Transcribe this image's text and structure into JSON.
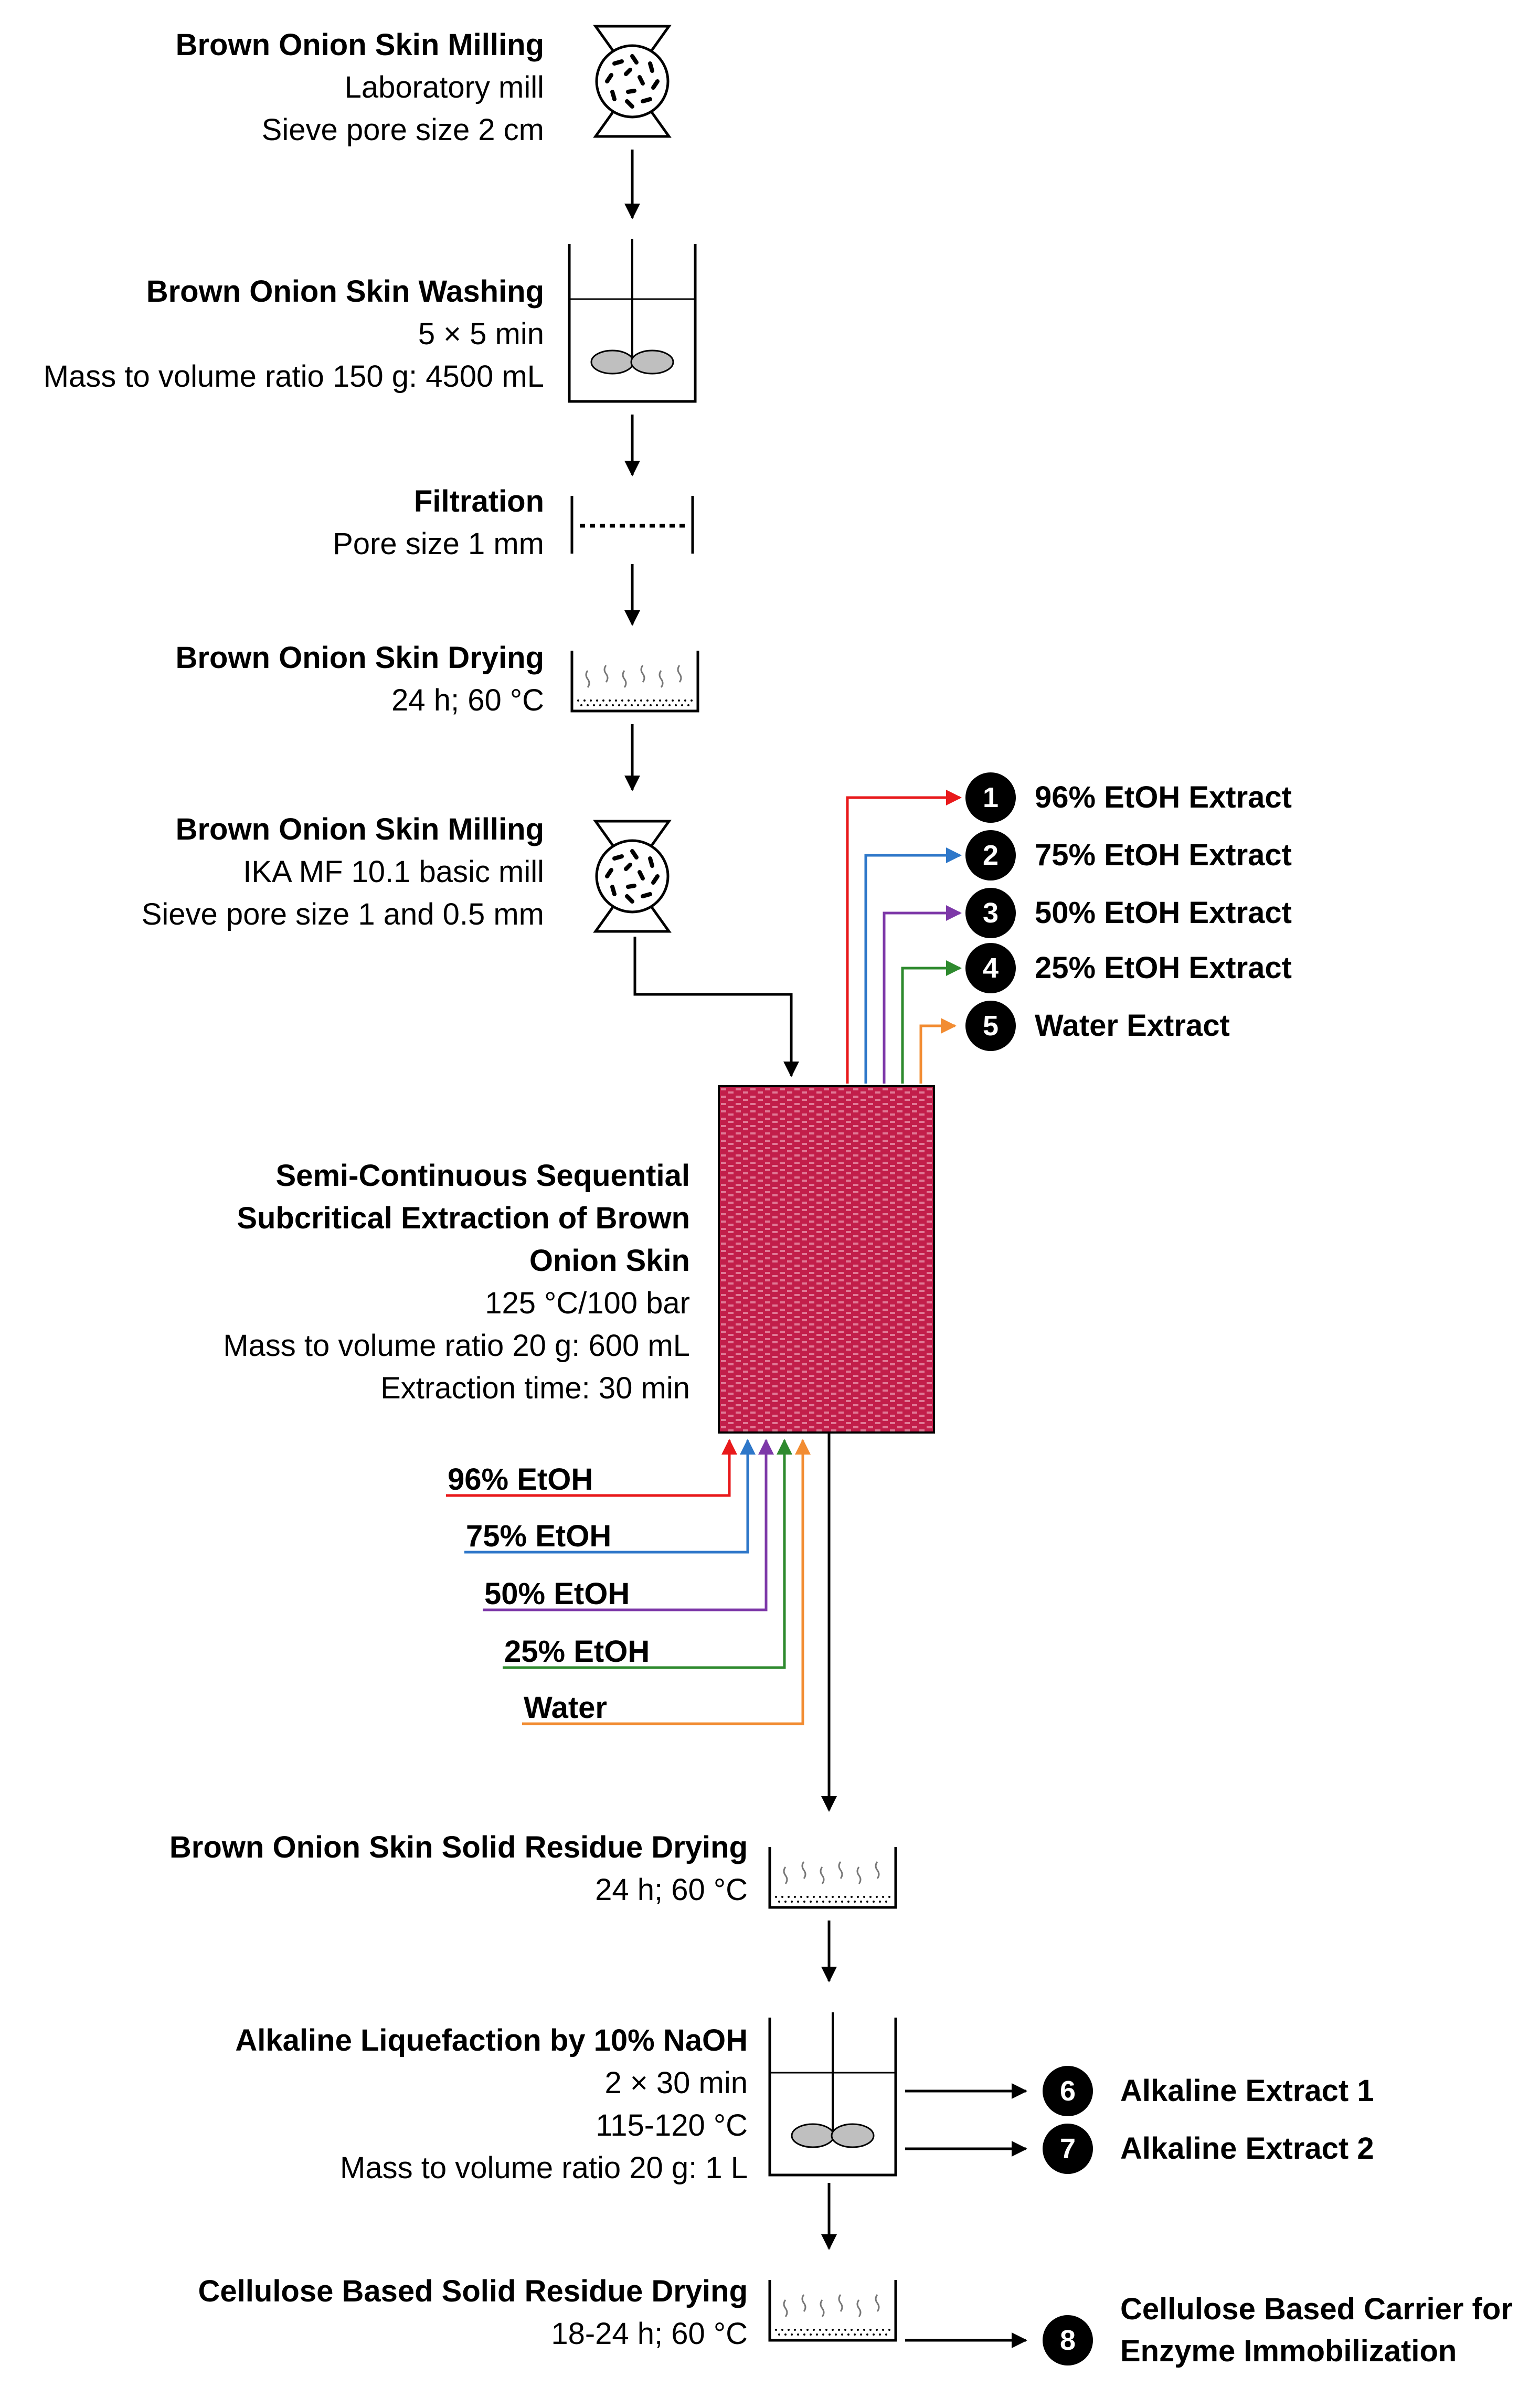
{
  "steps": {
    "milling1": {
      "title": "Brown Onion Skin Milling",
      "lines": [
        "Laboratory mill",
        "Sieve pore size 2 cm"
      ]
    },
    "washing": {
      "title": "Brown Onion Skin Washing",
      "lines": [
        "5 × 5 min",
        "Mass to volume ratio 150 g: 4500 mL"
      ]
    },
    "filtration": {
      "title": "Filtration",
      "lines": [
        "Pore size 1 mm"
      ]
    },
    "drying1": {
      "title": "Brown Onion Skin Drying",
      "lines": [
        "24 h; 60 °C"
      ]
    },
    "milling2": {
      "title": "Brown Onion Skin Milling",
      "lines": [
        "IKA MF 10.1 basic mill",
        "Sieve pore size 1 and 0.5 mm"
      ]
    },
    "extraction": {
      "title_lines": [
        "Semi-Continuous Sequential",
        "Subcritical Extraction of Brown",
        "Onion Skin"
      ],
      "lines": [
        "125 °C/100 bar",
        "Mass to volume ratio 20 g: 600 mL",
        "Extraction time: 30 min"
      ]
    },
    "drying2": {
      "title": "Brown Onion Skin Solid Residue Drying",
      "lines": [
        "24 h; 60 °C"
      ]
    },
    "alkaline": {
      "title": "Alkaline Liquefaction by 10% NaOH",
      "lines": [
        "2 × 30 min",
        "115-120 °C",
        "Mass to volume ratio 20 g: 1 L"
      ]
    },
    "drying3": {
      "title": "Cellulose Based Solid Residue Drying",
      "lines": [
        "18-24 h; 60 °C"
      ]
    }
  },
  "solvents": [
    {
      "label": "96% EtOH",
      "color": "#e8191b"
    },
    {
      "label": "75% EtOH",
      "color": "#2e77c9"
    },
    {
      "label": "50% EtOH",
      "color": "#7d38a8"
    },
    {
      "label": "25% EtOH",
      "color": "#2e8a2e"
    },
    {
      "label": "Water",
      "color": "#f28c32"
    }
  ],
  "outputs": [
    {
      "num": "1",
      "label": "96% EtOH Extract"
    },
    {
      "num": "2",
      "label": "75% EtOH Extract"
    },
    {
      "num": "3",
      "label": "50% EtOH Extract"
    },
    {
      "num": "4",
      "label": "25% EtOH Extract"
    },
    {
      "num": "5",
      "label": "Water Extract"
    },
    {
      "num": "6",
      "label": "Alkaline Extract 1"
    },
    {
      "num": "7",
      "label": "Alkaline Extract 2"
    },
    {
      "num": "8",
      "label_lines": [
        "Cellulose Based Carrier for",
        "Enzyme Immobilization"
      ]
    }
  ],
  "colors": {
    "extractor": "#c21e4a",
    "line": "#000000"
  }
}
